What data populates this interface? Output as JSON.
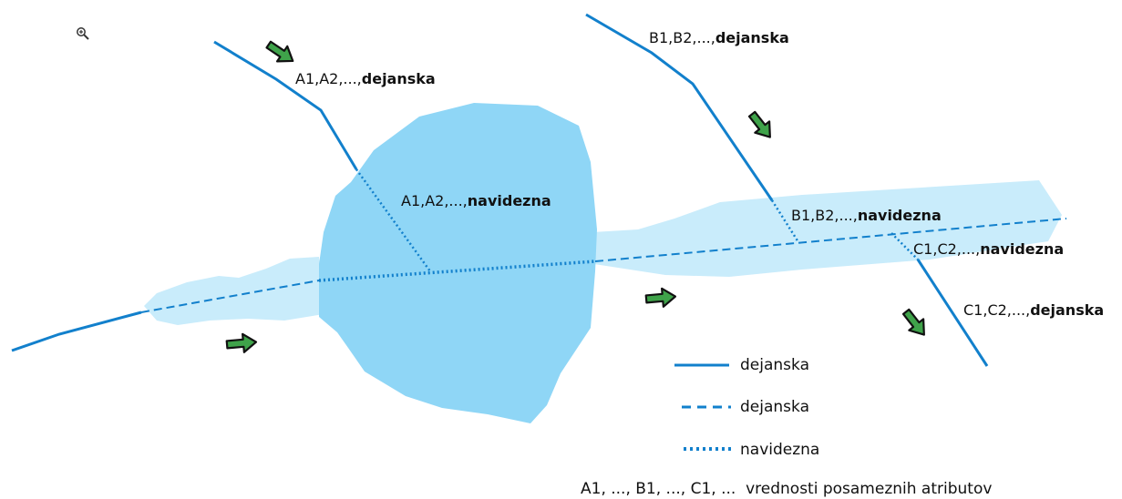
{
  "toolbar": {
    "zoom_icon": "zoom-in-icon"
  },
  "colors": {
    "lake": "#8fd6f6",
    "river_area": "#c9ecfb",
    "line": "#1280cc",
    "arrow_fill": "#3fa34a",
    "arrow_stroke": "#111111"
  },
  "labels": {
    "a_actual": {
      "prefix": "A1,A2,...,",
      "suffix": "dejanska"
    },
    "a_apparent": {
      "prefix": "A1,A2,...,",
      "suffix": "navidezna"
    },
    "b_actual": {
      "prefix": "B1,B2,...,",
      "suffix": "dejanska"
    },
    "b_apparent": {
      "prefix": "B1,B2,...,",
      "suffix": "navidezna"
    },
    "c_apparent": {
      "prefix": "C1,C2,...,",
      "suffix": "navidezna"
    },
    "c_actual": {
      "prefix": "C1,C2,...,",
      "suffix": "dejanska"
    }
  },
  "legend": {
    "solid": "dejanska",
    "dashed": "dejanska",
    "dotted": "navidezna",
    "note": "A1, ..., B1, ..., C1, ...  vrednosti posameznih atributov"
  }
}
